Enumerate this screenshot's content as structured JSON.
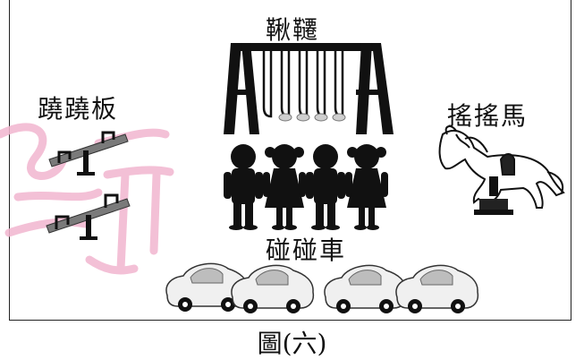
{
  "labels": {
    "swing": "鞦韆",
    "seesaw": "蹺蹺板",
    "rocking_horse": "搖搖馬",
    "bumper_cars": "碰碰車"
  },
  "caption": "圖(六)",
  "colors": {
    "line": "#111111",
    "seesaw_board": "#7a7a7a",
    "watermark": "#f2b6cf",
    "car_body": "#f0f0f0",
    "car_window": "#bdbdbd"
  },
  "icons": [
    "swing-set-icon",
    "seesaw-icon",
    "child-silhouette-icon",
    "rocking-horse-icon",
    "bumper-car-icon",
    "watermark-stamp"
  ]
}
